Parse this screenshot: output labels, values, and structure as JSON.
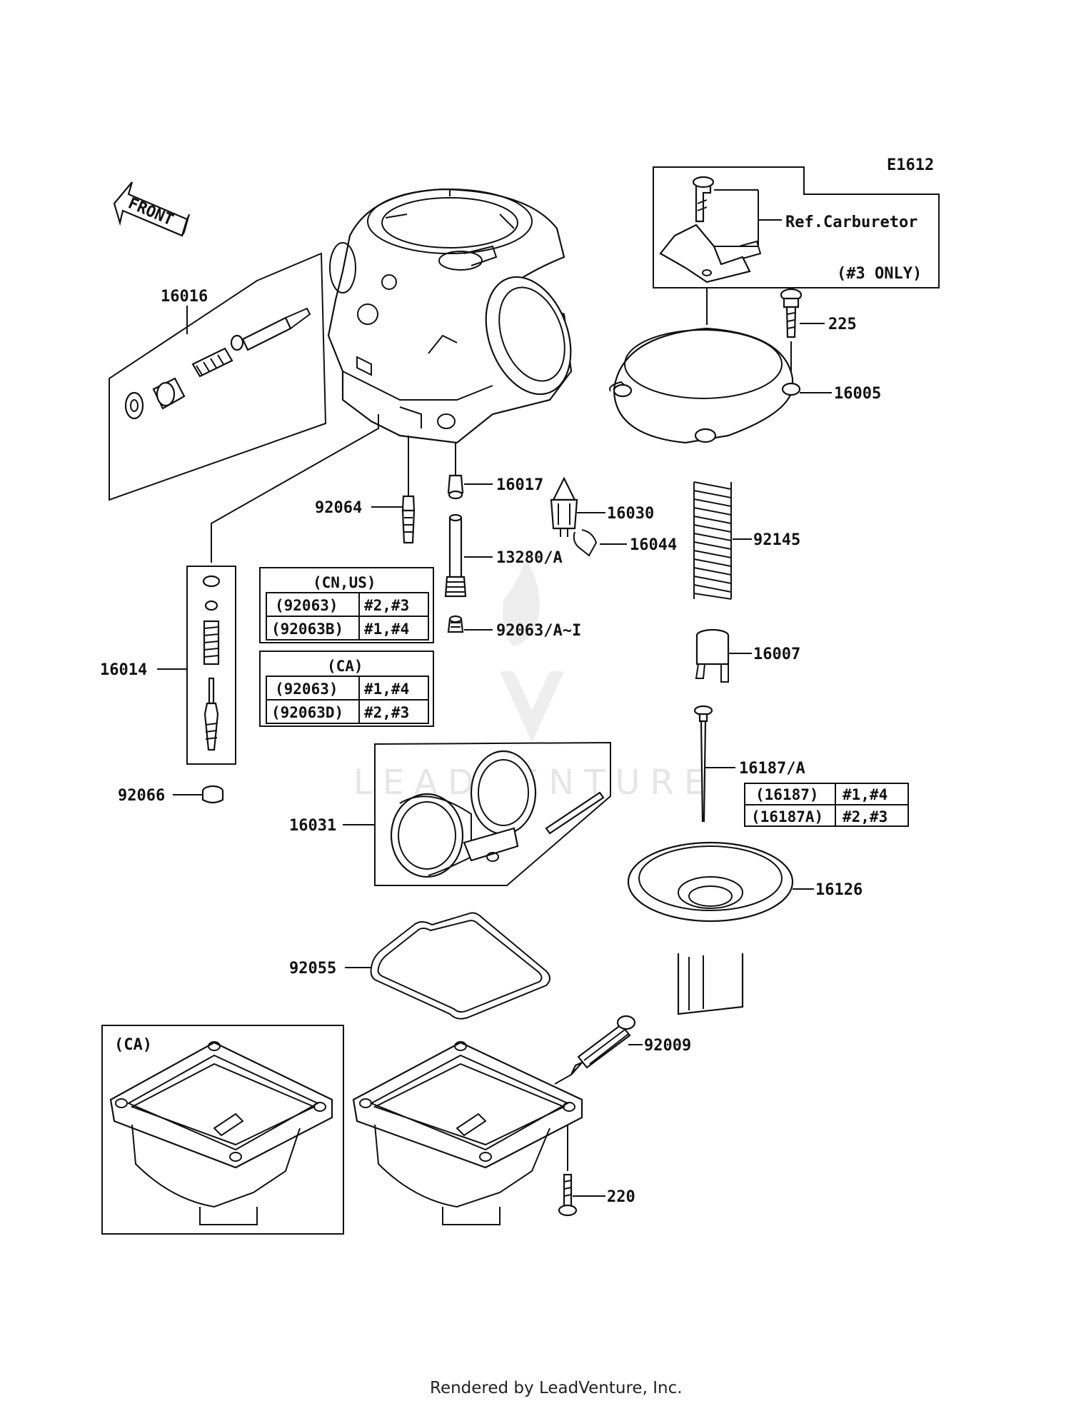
{
  "diagram_code": "E1612",
  "front_label": "FRONT",
  "ref_box": {
    "ref_text": "Ref.Carburetor",
    "note": "(#3 ONLY)"
  },
  "parts": {
    "p225": "225",
    "p16005": "16005",
    "p16016": "16016",
    "p16017": "16017",
    "p16030": "16030",
    "p16044": "16044",
    "p92064": "92064",
    "p13280": "13280/A",
    "p92145": "92145",
    "p92063": "92063/A~I",
    "p16007": "16007",
    "p16014": "16014",
    "p16187": "16187/A",
    "p92066": "92066",
    "p16031": "16031",
    "p16126": "16126",
    "p92055": "92055",
    "p92009": "92009",
    "p220": "220"
  },
  "tables": {
    "cnus": {
      "header": "(CN,US)",
      "rows": [
        {
          "part": "(92063)",
          "cyl": "#2,#3"
        },
        {
          "part": "(92063B)",
          "cyl": "#1,#4"
        }
      ]
    },
    "ca": {
      "header": "(CA)",
      "rows": [
        {
          "part": "(92063)",
          "cyl": "#1,#4"
        },
        {
          "part": "(92063D)",
          "cyl": "#2,#3"
        }
      ]
    },
    "needle": {
      "rows": [
        {
          "part": "(16187)",
          "cyl": "#1,#4"
        },
        {
          "part": "(16187A)",
          "cyl": "#2,#3"
        }
      ]
    }
  },
  "ca_bowl_label": "(CA)",
  "watermark": "LEADVENTURE",
  "footer": "Rendered by LeadVenture, Inc."
}
